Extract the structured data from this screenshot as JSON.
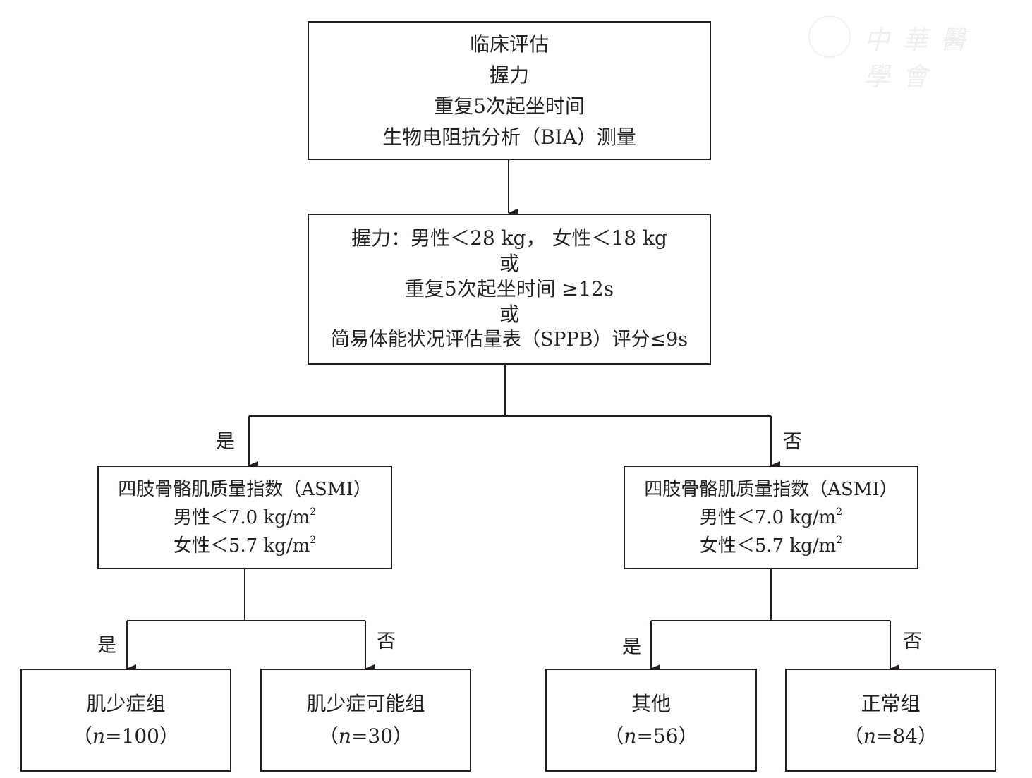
{
  "watermark": {
    "text": "中華醫學會"
  },
  "nodes": {
    "assessment": {
      "lines": [
        "临床评估",
        "握力",
        "重复5次起坐时间",
        "生物电阻抗分析（BIA）测量"
      ]
    },
    "criteria": {
      "lines": [
        "握力：男性＜28 kg， 女性＜18 kg",
        "或",
        "重复5次起坐时间 ≥12s",
        "或",
        "简易体能状况评估量表（SPPB）评分≤9s"
      ]
    },
    "asmi_left": {
      "title": "四肢骨骼肌质量指数（ASMI）",
      "male": "男性＜7.0 kg/m",
      "female": "女性＜5.7 kg/m",
      "sup": "2"
    },
    "asmi_right": {
      "title": "四肢骨骼肌质量指数（ASMI）",
      "male": "男性＜7.0 kg/m",
      "female": "女性＜5.7 kg/m",
      "sup": "2"
    },
    "sarcopenia": {
      "name": "肌少症组",
      "n_prefix": "（",
      "n_label": "n",
      "n_value": "=100",
      "n_suffix": "）"
    },
    "possible": {
      "name": "肌少症可能组",
      "n_prefix": "（",
      "n_label": "n",
      "n_value": "=30",
      "n_suffix": "）"
    },
    "other": {
      "name": "其他",
      "n_prefix": "（",
      "n_label": "n",
      "n_value": "=56",
      "n_suffix": "）"
    },
    "normal": {
      "name": "正常组",
      "n_prefix": "（",
      "n_label": "n",
      "n_value": "=84",
      "n_suffix": "）"
    }
  },
  "edge_labels": {
    "criteria_yes": "是",
    "criteria_no": "否",
    "left_yes": "是",
    "left_no": "否",
    "right_yes": "是",
    "right_no": "否"
  }
}
